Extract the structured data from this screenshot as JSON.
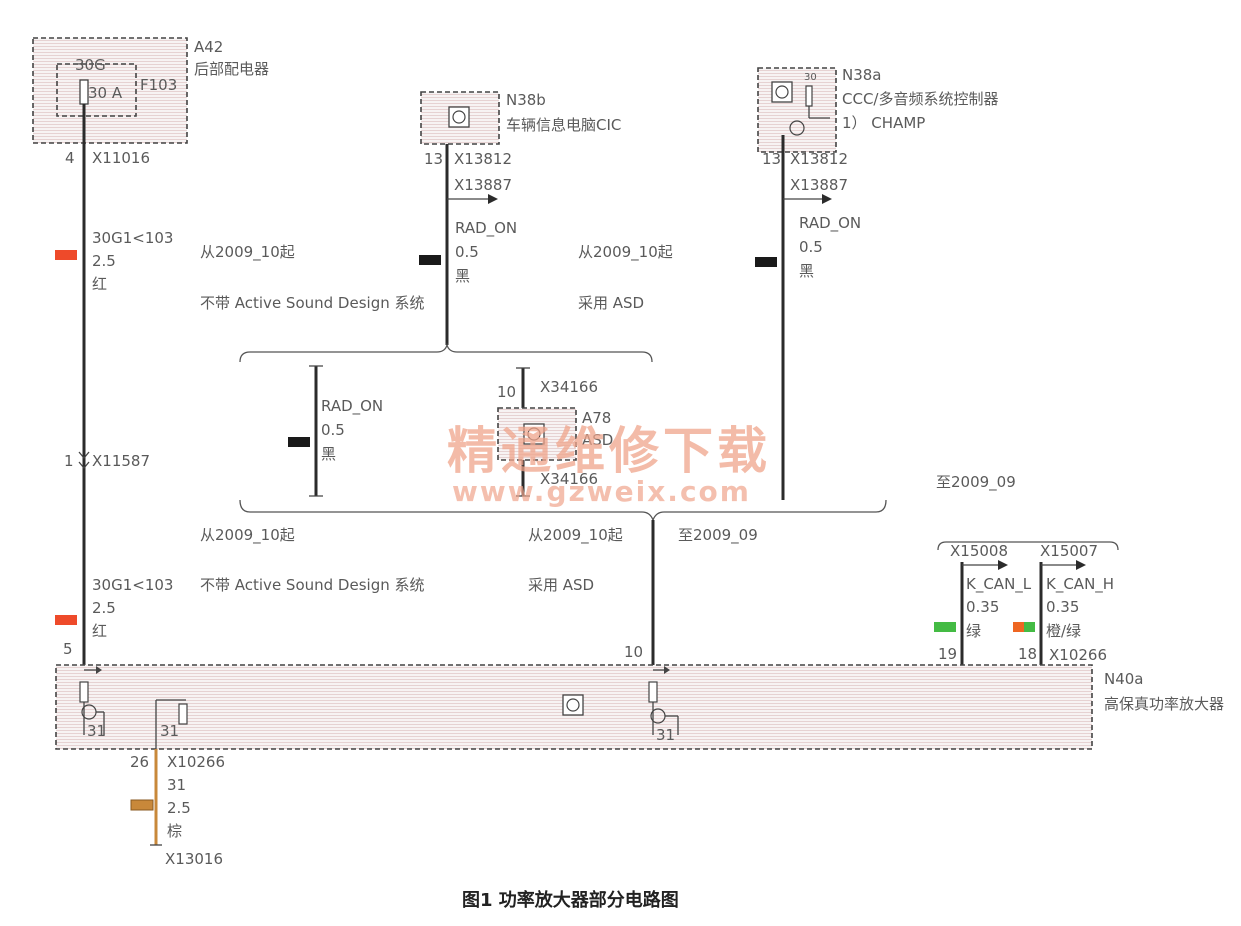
{
  "components": {
    "a42": {
      "id": "A42",
      "name": "后部配电器",
      "term": "30G",
      "fuse": "F103",
      "fuse_rating": "30 A",
      "pin": "4",
      "connector": "X11016"
    },
    "n38b": {
      "id": "N38b",
      "name": "车辆信息电脑CIC",
      "pin": "13",
      "connector": "X13812",
      "connector2": "X13887"
    },
    "n38a": {
      "id": "N38a",
      "name": "CCC/多音频系统控制器",
      "note": "1） CHAMP",
      "term": "30",
      "pin": "13",
      "connector": "X13812",
      "connector2": "X13887"
    },
    "a78": {
      "id": "A78",
      "name": "ASD",
      "pin": "10",
      "connector": "X34166",
      "connector2": "X34166"
    },
    "n40a": {
      "id": "N40a",
      "name": "高保真功率放大器",
      "connector": "X10266"
    }
  },
  "wires": {
    "power_top": {
      "signal": "30G1<103",
      "gauge": "2.5",
      "color_name": "红",
      "color": "#ee4a2a"
    },
    "power_bottom": {
      "signal": "30G1<103",
      "gauge": "2.5",
      "color_name": "红",
      "color": "#ee4a2a"
    },
    "rad_cic": {
      "signal": "RAD_ON",
      "gauge": "0.5",
      "color_name": "黑",
      "color": "#1a1a1a"
    },
    "rad_ccc": {
      "signal": "RAD_ON",
      "gauge": "0.5",
      "color_name": "黑",
      "color": "#1a1a1a"
    },
    "rad_asd": {
      "signal": "RAD_ON",
      "gauge": "0.5",
      "color_name": "黑",
      "color": "#1a1a1a"
    },
    "k_can_l": {
      "signal": "K_CAN_L",
      "gauge": "0.35",
      "color_name": "绿",
      "color": "#44bb44",
      "pin": "19",
      "connector": "X15008"
    },
    "k_can_h": {
      "signal": "K_CAN_H",
      "gauge": "0.35",
      "color_name": "橙/绿",
      "color": "#ee6622",
      "color2": "#44bb44",
      "pin": "18",
      "connector": "X15007"
    },
    "ground": {
      "signal": "31",
      "gauge": "2.5",
      "color_name": "棕",
      "color": "#c8883a",
      "pin": "26",
      "connector": "X10266",
      "end_connector": "X13016"
    }
  },
  "pins": {
    "amp_power": "5",
    "amp_rad": "10",
    "mid_connector_pin": "1",
    "mid_connector": "X11587",
    "ground_a": "31",
    "ground_b": "31",
    "ground_c": "31"
  },
  "conditions": {
    "from_2009_10": "从2009_10起",
    "to_2009_09": "至2009_09",
    "no_asd": "不带 Active Sound Design 系统",
    "with_asd": "采用 ASD"
  },
  "watermark": {
    "line1": "精通维修下载",
    "line2": "www.gzweix.com"
  },
  "caption": "图1 功率放大器部分电路图"
}
